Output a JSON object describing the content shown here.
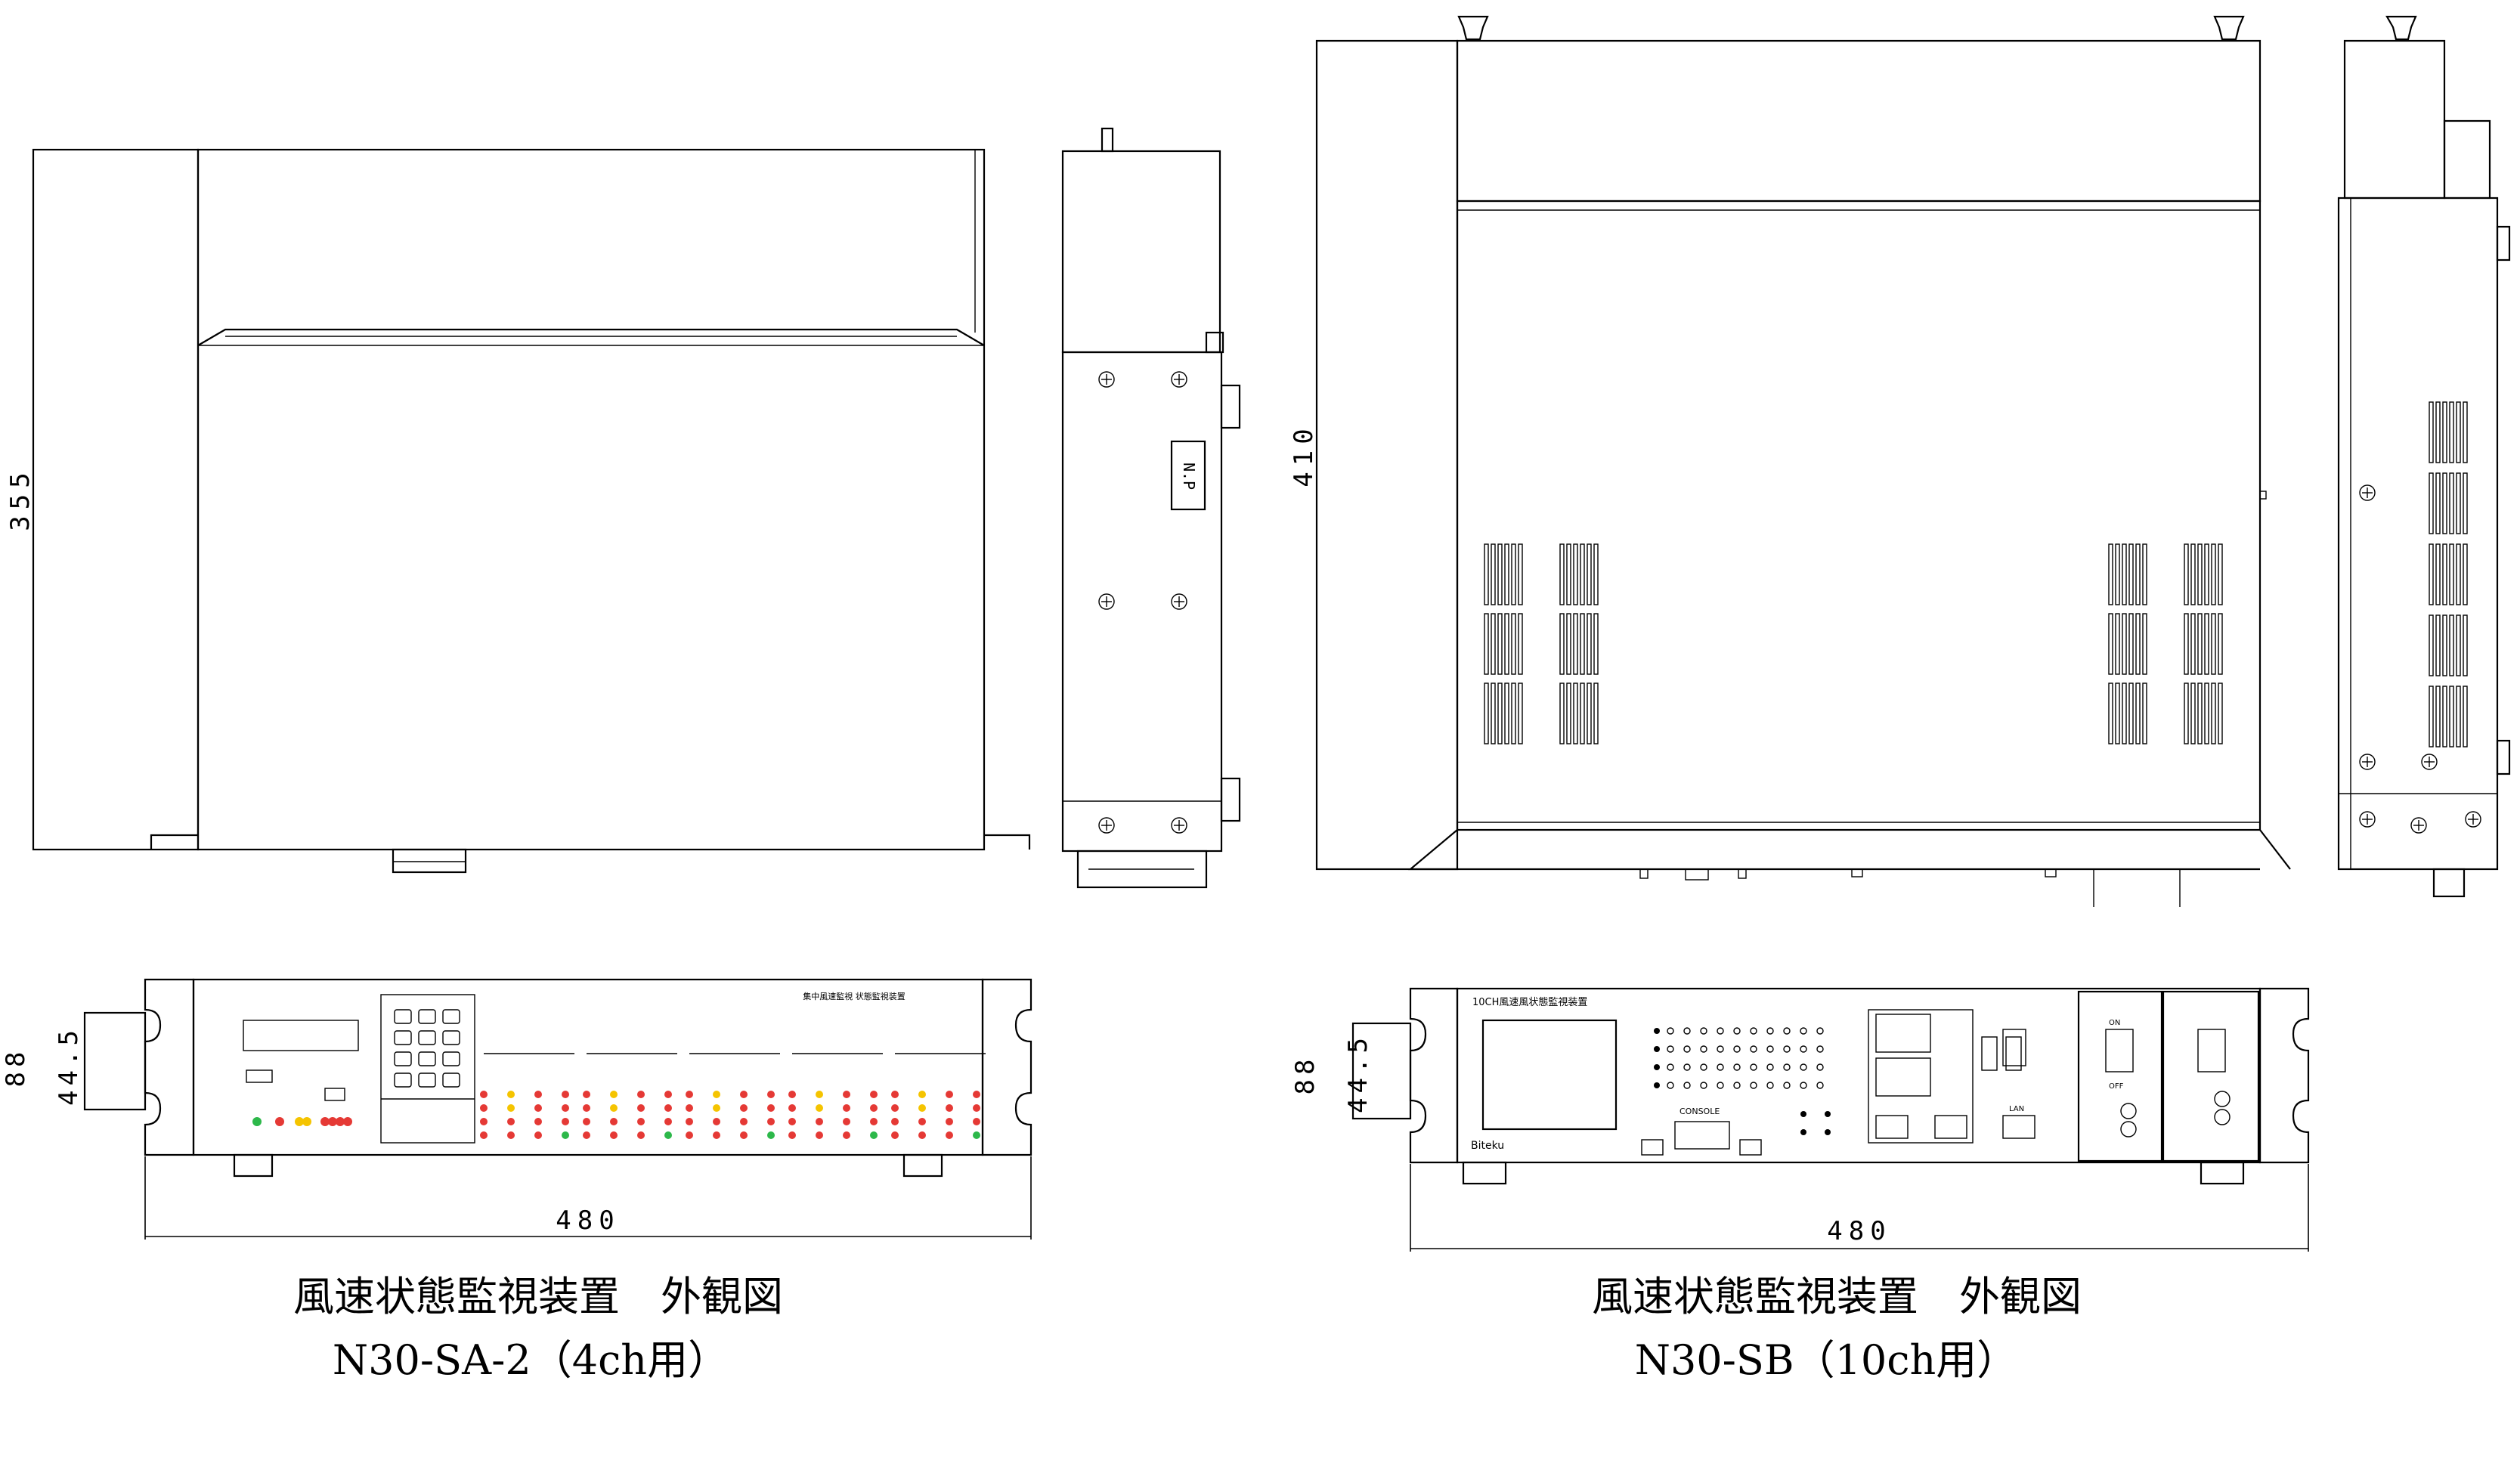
{
  "colors": {
    "line": "#000000",
    "led_red": "#e53935",
    "led_yellow": "#f5c400",
    "led_green": "#2db84a",
    "background": "#ffffff"
  },
  "left": {
    "dim_height": "355",
    "dim_rack_height": "88",
    "dim_rack_unit": "44.5",
    "dim_width": "480",
    "np_label": "N.P",
    "panel_title": "集中風速監視 状態監視装置",
    "caption_title": "風速状態監視装置　外観図",
    "caption_model": "N30-SA-2（4ch用）"
  },
  "right": {
    "dim_height": "410",
    "dim_rack_height": "88",
    "dim_rack_unit": "44.5",
    "dim_width": "480",
    "panel_title": "10CH風速風状態監視装置",
    "brand": "Biteku",
    "console_label": "CONSOLE",
    "lan_label": "LAN",
    "on_label": "ON",
    "off_label": "OFF",
    "caption_title": "風速状態監視装置　外観図",
    "caption_model": "N30-SB（10ch用）"
  }
}
